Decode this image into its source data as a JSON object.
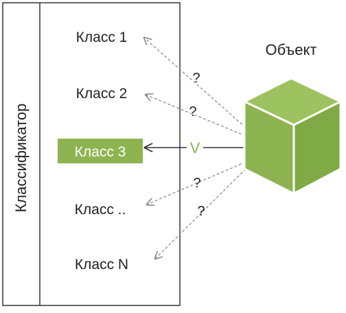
{
  "classifier": {
    "label": "Классификатор",
    "classes": [
      {
        "label": "Класс 1",
        "selected": false
      },
      {
        "label": "Класс 2",
        "selected": false
      },
      {
        "label": "Класс 3",
        "selected": true
      },
      {
        "label": "Класс ..",
        "selected": false
      },
      {
        "label": "Класс N",
        "selected": false
      }
    ]
  },
  "object": {
    "label": "Объект"
  },
  "edge_labels": {
    "unknown": "?",
    "match": "V"
  },
  "colors": {
    "accent": "#8DB451",
    "accent_dark": "#6E9A3A",
    "cube_top": "#9CC35F",
    "cube_left": "#8DB451",
    "cube_right": "#7FAA45",
    "line": "#333333",
    "dashed": "#8A8A8A",
    "text": "#222222"
  }
}
